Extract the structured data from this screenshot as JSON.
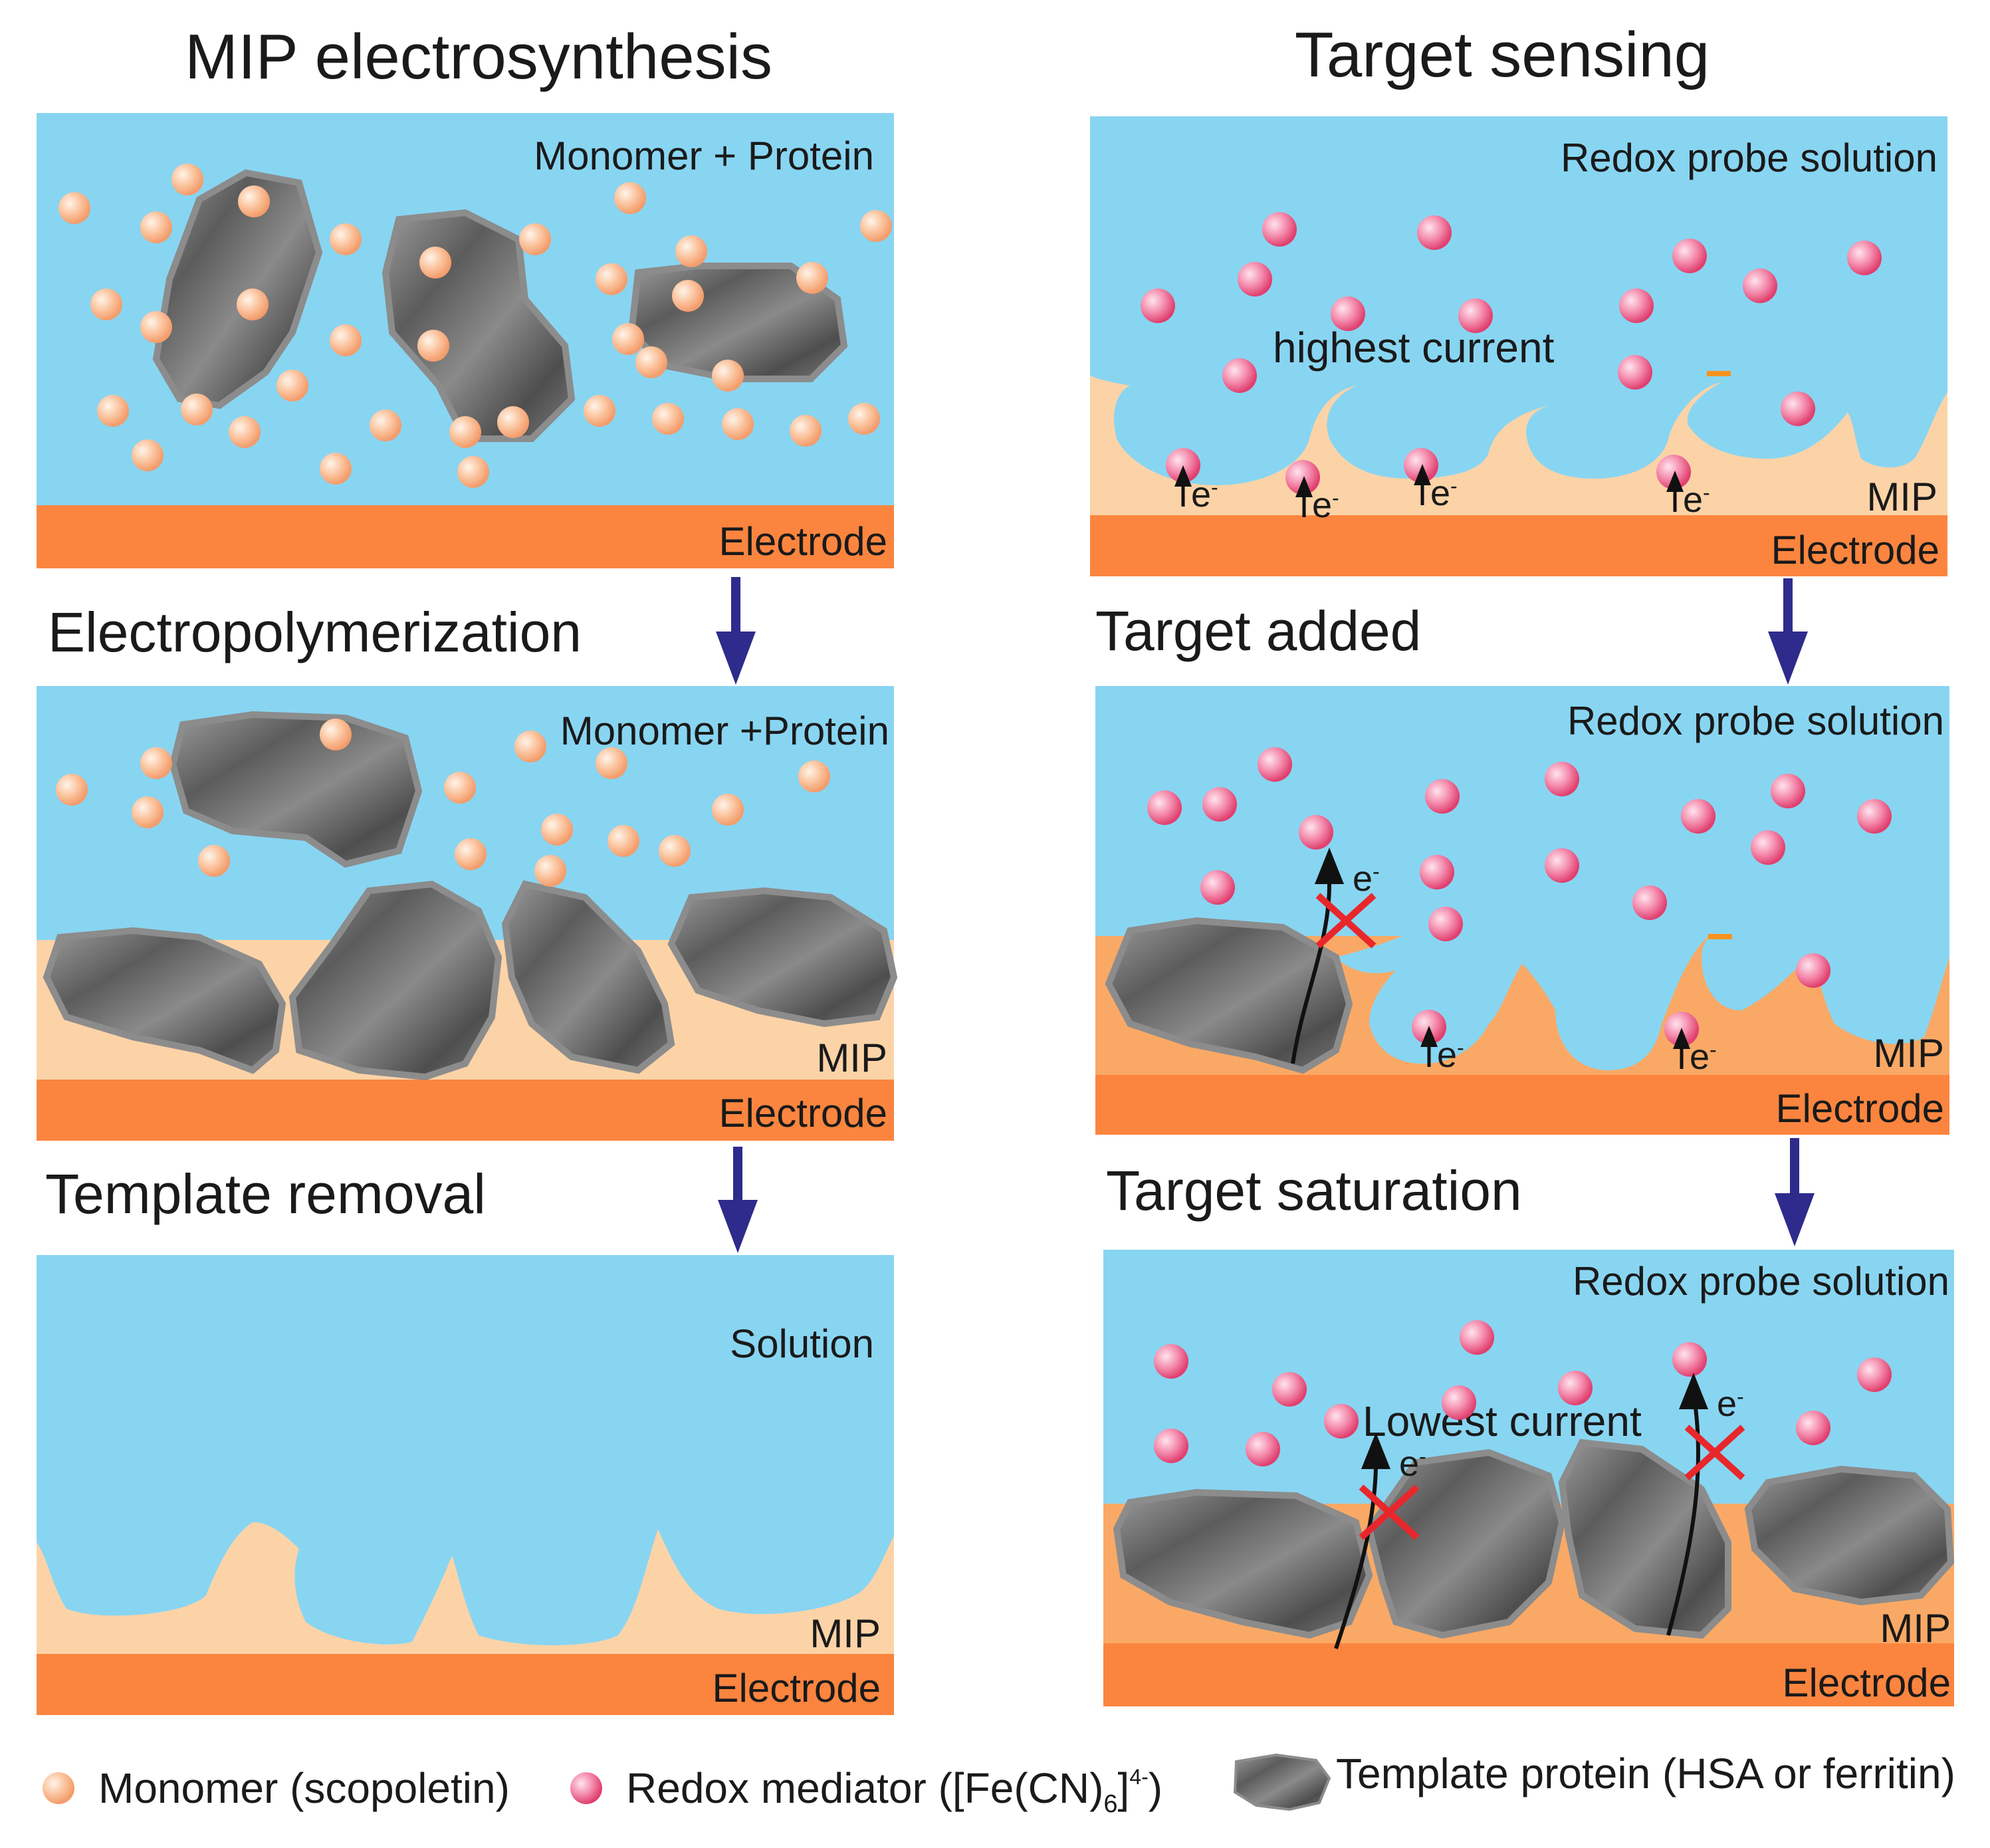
{
  "left_column": {
    "title": "MIP electrosynthesis",
    "step1": {
      "solution_label": "Monomer + Protein",
      "electrode_label": "Electrode"
    },
    "step2": {
      "heading": "Electropolymerization",
      "solution_label": "Monomer +Protein",
      "mip_label": "MIP",
      "electrode_label": "Electrode"
    },
    "step3": {
      "heading": "Template removal",
      "solution_label": "Solution",
      "mip_label": "MIP",
      "electrode_label": "Electrode"
    }
  },
  "right_column": {
    "title": "Target sensing",
    "step1": {
      "solution_label": "Redox probe solution",
      "current_label": "highest current",
      "mip_label": "MIP",
      "electrode_label": "Electrode",
      "electron": "e",
      "electron_charge": "-"
    },
    "step2": {
      "heading": "Target added",
      "solution_label": "Redox probe solution",
      "mip_label": "MIP",
      "electrode_label": "Electrode",
      "electron": "e",
      "electron_charge": "-"
    },
    "step3": {
      "heading": "Target saturation",
      "solution_label": "Redox probe solution",
      "current_label": "Lowest current",
      "mip_label": "MIP",
      "electrode_label": "Electrode",
      "electron": "e",
      "electron_charge": "-"
    }
  },
  "legend": {
    "monomer": "Monomer (scopoletin)",
    "redox_prefix": "Redox mediator ([Fe(CN)",
    "redox_subscript": "6",
    "redox_bracket": "]",
    "redox_superscript": "4-",
    "redox_suffix": ")",
    "template": "Template protein (HSA or ferritin)"
  },
  "colors": {
    "solution": "#88d5f2",
    "electrode": "#fb853f",
    "mip": "#fcd3a7",
    "mip_bound": "#f9a965",
    "monomer": "#fbb98f",
    "redox_mediator": "#f0678f",
    "arrow": "#2e2b8c",
    "blocked_mark": "#e8272c"
  },
  "icons": [
    "monomer-sphere-icon",
    "redox-sphere-icon",
    "protein-blob-icon",
    "down-arrow-icon",
    "blocked-x-icon",
    "electron-arrow-icon"
  ]
}
